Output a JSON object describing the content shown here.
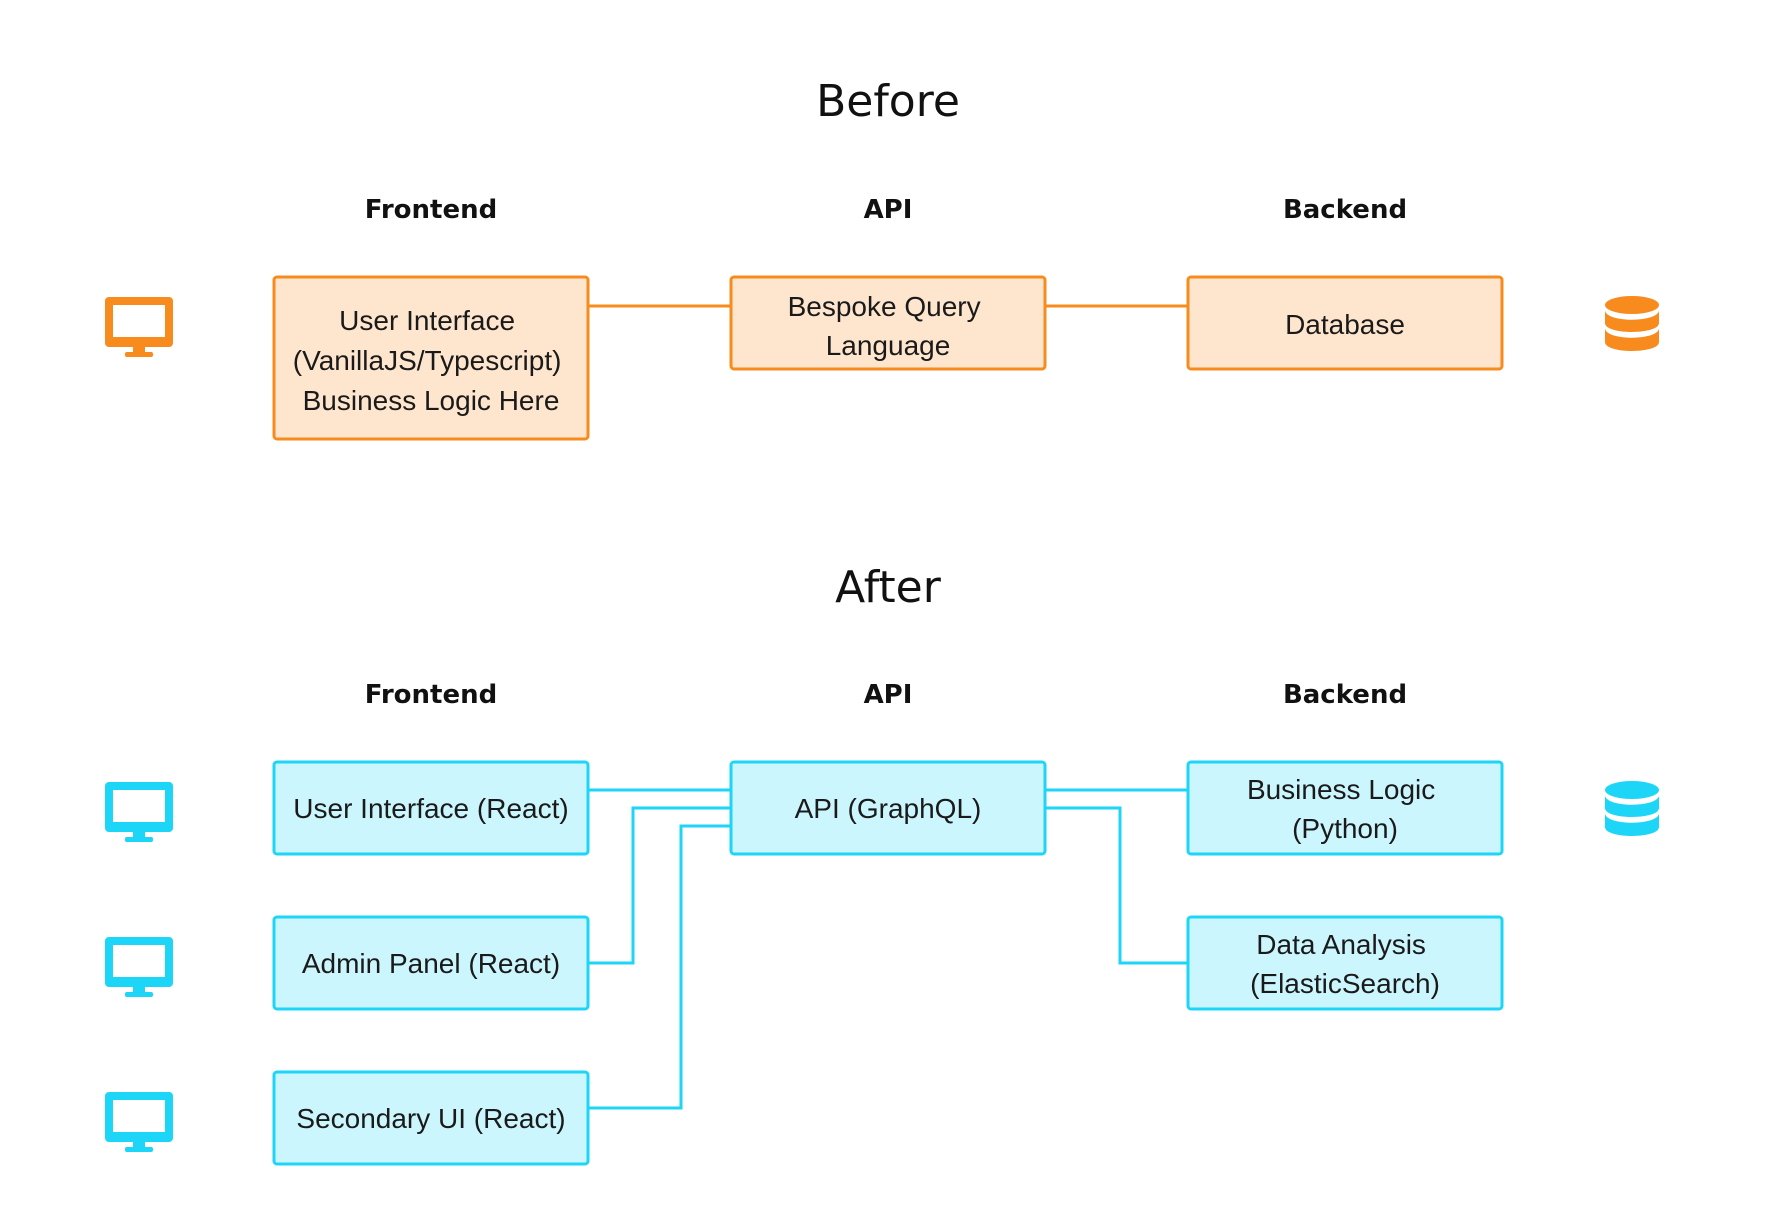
{
  "colors": {
    "before_accent": "#f78b1d",
    "before_fill": "#fee5ce",
    "after_accent": "#1dd6f7",
    "after_fill": "#ccf6fd"
  },
  "before": {
    "title": "Before",
    "headers": {
      "frontend": "Frontend",
      "api": "API",
      "backend": "Backend"
    },
    "client_icon": "monitor-icon",
    "store_icon": "database-icon",
    "frontend_box": {
      "lines": [
        "User Interface",
        "(VanillaJS/Typescript)",
        "Business Logic Here"
      ]
    },
    "api_box": {
      "lines": [
        "Bespoke Query",
        "Language"
      ]
    },
    "backend_box": {
      "lines": [
        "Database"
      ]
    }
  },
  "after": {
    "title": "After",
    "headers": {
      "frontend": "Frontend",
      "api": "API",
      "backend": "Backend"
    },
    "client_icon": "monitor-icon",
    "store_icon": "database-icon",
    "frontend_boxes": [
      {
        "lines": [
          "User Interface (React)"
        ]
      },
      {
        "lines": [
          "Admin Panel (React)"
        ]
      },
      {
        "lines": [
          "Secondary UI (React)"
        ]
      }
    ],
    "api_box": {
      "lines": [
        "API (GraphQL)"
      ]
    },
    "backend_boxes": [
      {
        "lines": [
          "Business Logic",
          "(Python)"
        ]
      },
      {
        "lines": [
          "Data Analysis",
          "(ElasticSearch)"
        ]
      }
    ]
  }
}
